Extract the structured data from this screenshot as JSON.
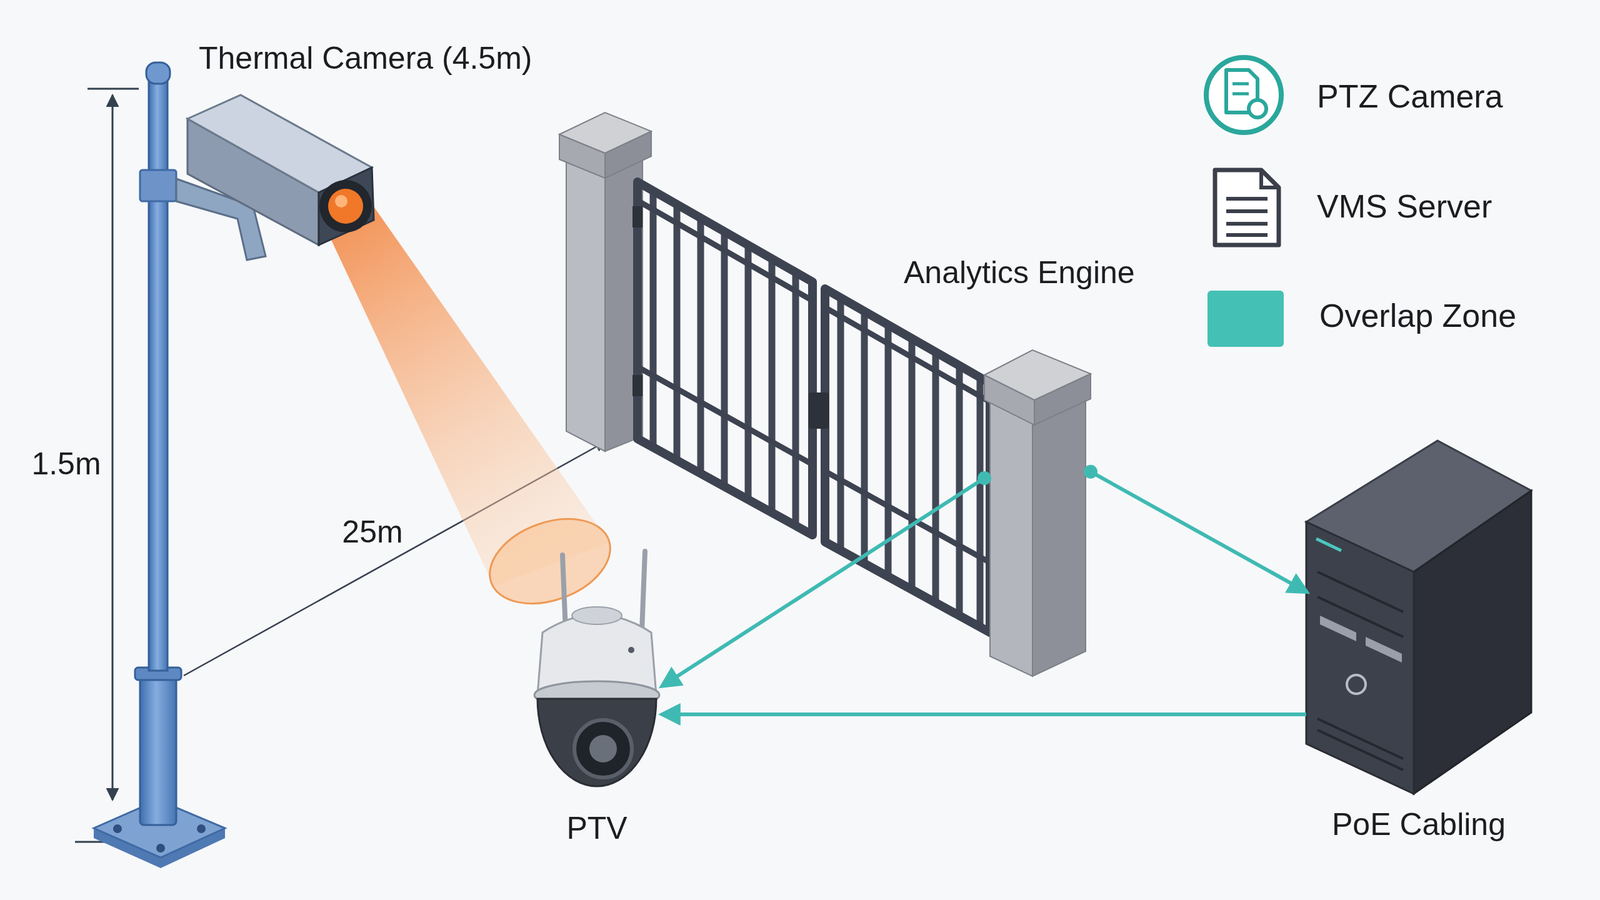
{
  "diagram": {
    "nodes": [
      {
        "text": [
          "Thermal Camera (4.5m)"
        ]
      },
      {
        "text": [
          "Analytics Engine"
        ]
      },
      {
        "text": [
          "PTV"
        ]
      },
      {
        "text": [
          "PoE Cabling"
        ]
      }
    ],
    "edges": [
      {
        "from": 1,
        "to": 2,
        "arrow": "to"
      },
      {
        "from": 1,
        "to": 3,
        "arrow": "to"
      },
      {
        "from": 3,
        "to": 2,
        "arrow": "to"
      }
    ],
    "labels": [
      "1.5m",
      "25m"
    ],
    "legend": [
      {
        "text": "PTZ Camera"
      },
      {
        "text": "VMS Server"
      },
      {
        "text": "Overlap Zone",
        "color": "#45c0b5"
      }
    ]
  }
}
